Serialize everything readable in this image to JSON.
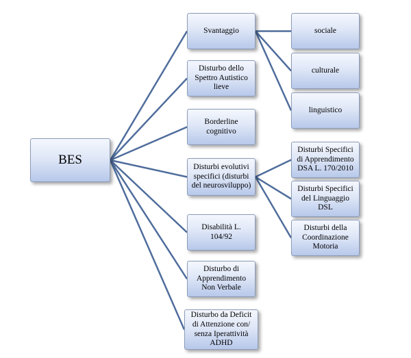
{
  "diagram": {
    "root": {
      "label": "BES"
    },
    "categories": [
      {
        "id": "svantaggio",
        "label": "Svantaggio"
      },
      {
        "id": "spettro",
        "label": "Disturbo dello Spettro Autistico lieve"
      },
      {
        "id": "borderline",
        "label": "Borderline cognitivo"
      },
      {
        "id": "evolutivi",
        "label": "Disturbi evolutivi specifici (disturbi del neurosviluppo)"
      },
      {
        "id": "disabilita",
        "label": "Disabilità L. 104/92"
      },
      {
        "id": "nonverbale",
        "label": "Disturbo di Apprendimento Non Verbale"
      },
      {
        "id": "adhd",
        "label": "Disturbo da Deficit di Attenzione con/ senza Iperattività ADHD"
      }
    ],
    "svantaggio_children": [
      {
        "label": "sociale"
      },
      {
        "label": "culturale"
      },
      {
        "label": "linguistico"
      }
    ],
    "evolutivi_children": [
      {
        "label": "Disturbi Specifici di Apprendimento DSA L. 170/2010"
      },
      {
        "label": "Disturbi Specifici del Linguaggio DSL"
      },
      {
        "label": "Disturbi della Coordinazione Motoria"
      }
    ],
    "edges": [
      [
        "root",
        "svantaggio"
      ],
      [
        "root",
        "spettro"
      ],
      [
        "root",
        "borderline"
      ],
      [
        "root",
        "evolutivi"
      ],
      [
        "root",
        "disabilita"
      ],
      [
        "root",
        "nonverbale"
      ],
      [
        "root",
        "adhd"
      ],
      [
        "svantaggio",
        "sociale"
      ],
      [
        "svantaggio",
        "culturale"
      ],
      [
        "svantaggio",
        "linguistico"
      ],
      [
        "evolutivi",
        "dsa"
      ],
      [
        "evolutivi",
        "dsl"
      ],
      [
        "evolutivi",
        "coordinazione"
      ]
    ],
    "line_color": "#4f6d9c"
  }
}
